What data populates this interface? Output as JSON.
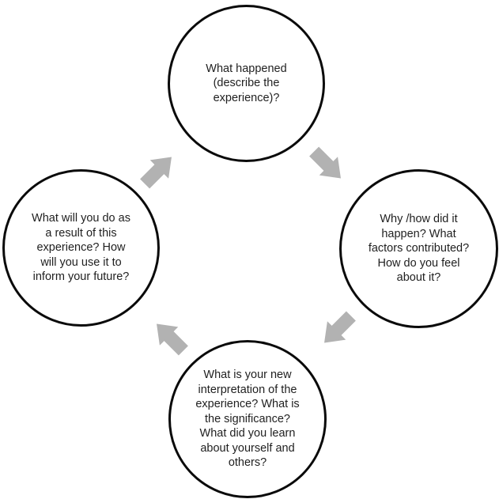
{
  "diagram": {
    "type": "cycle",
    "background_color": "#ffffff",
    "node_border_color": "#0a0a0a",
    "text_color": "#1f1f1f",
    "arrow_color": "#b2b2b2",
    "nodes": {
      "top": {
        "id": "what-happened",
        "text": "What happened\n(describe the\nexperience)?"
      },
      "right": {
        "id": "why-how",
        "text": "Why /how did it\nhappen?  What\nfactors contributed?\nHow do you feel\nabout it?"
      },
      "bottom": {
        "id": "interpretation",
        "text": "What is your new\ninterpretation of the\nexperience?  What is\nthe significance?\nWhat did you learn\nabout yourself and\nothers?"
      },
      "left": {
        "id": "future-action",
        "text": "What will you do as\na result of this\nexperience? How\nwill you use it to\ninform your future?"
      }
    },
    "arrows": [
      {
        "id": "top-to-right",
        "direction": "southeast"
      },
      {
        "id": "right-to-bottom",
        "direction": "southwest"
      },
      {
        "id": "bottom-to-left",
        "direction": "northwest"
      },
      {
        "id": "left-to-top",
        "direction": "northeast"
      }
    ]
  }
}
